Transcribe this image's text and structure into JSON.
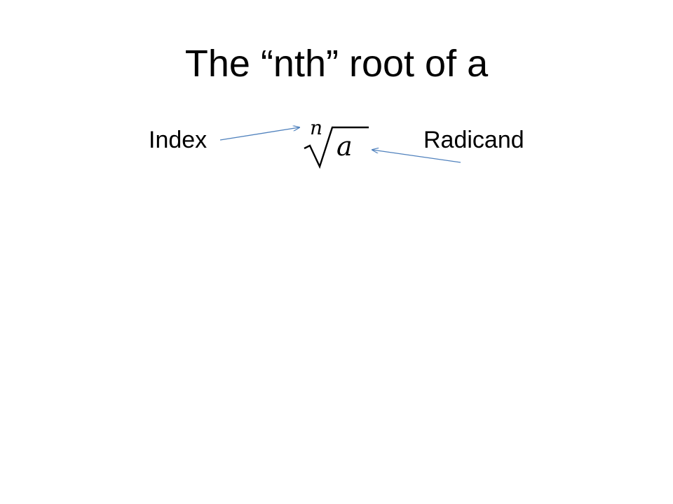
{
  "slide": {
    "title": "The “nth” root of a"
  },
  "expression": {
    "index_symbol": "n",
    "radical_sign": "√",
    "radicand_symbol": "a"
  },
  "labels": {
    "index": "Index",
    "radicand": "Radicand"
  },
  "colors": {
    "arrow": "#4f81bd",
    "text": "#000000",
    "background": "#ffffff"
  }
}
